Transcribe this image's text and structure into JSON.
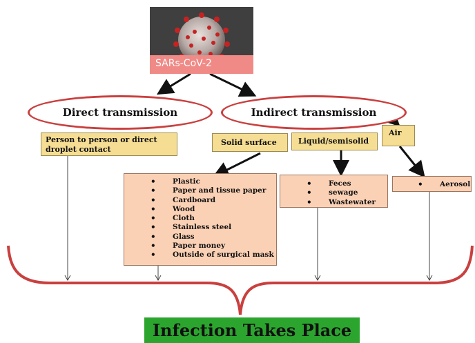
{
  "virus": {
    "label": "SARs-CoV-2",
    "image_icon": "coronavirus-image"
  },
  "nodes": {
    "direct": "Direct transmission",
    "indirect": "Indirect transmission"
  },
  "categories": {
    "person": "Person to person or direct droplet contact",
    "solid": "Solid surface",
    "liquid": "Liquid/semisolid",
    "air": "Air"
  },
  "lists": {
    "solid": [
      "Plastic",
      "Paper and tissue paper",
      "Cardboard",
      "Wood",
      "Cloth",
      "Stainless steel",
      "Glass",
      "Paper money",
      "Outside of surgical mask"
    ],
    "liquid": [
      "Feces",
      "sewage",
      "Wastewater"
    ],
    "air": [
      "Aerosol"
    ]
  },
  "outcome": "Infection Takes Place",
  "colors": {
    "oval_border": "#c9403f",
    "brace": "#c9403f",
    "tan_box": "#f5dd93",
    "peach_box": "#fbd1b5",
    "label_bar": "#f08a86",
    "outcome_bg": "#2ca52f"
  }
}
